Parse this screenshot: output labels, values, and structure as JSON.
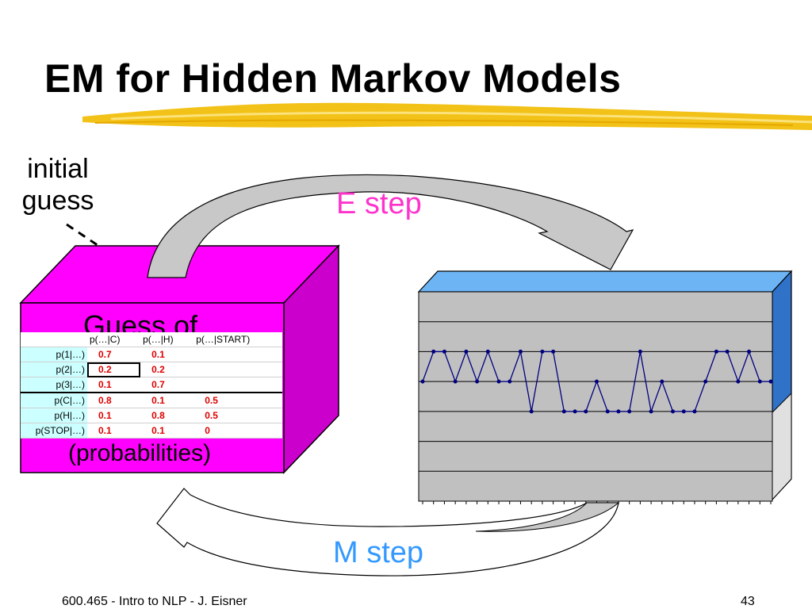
{
  "slide": {
    "title": "EM for Hidden Markov Models",
    "initial_guess": [
      "initial",
      "guess"
    ],
    "e_step": "E step",
    "m_step": "M step",
    "box_label_top": "Guess of",
    "box_label_bottom": "(probabilities)",
    "footer": "600.465 - Intro to NLP - J. Eisner",
    "page_number": "43"
  },
  "colors": {
    "magenta_box": "#ff00ff",
    "e_step": "#ff33cc",
    "m_step": "#3399ff",
    "blue_box": "#3399ff",
    "chart_background": "#c0c0c0",
    "series_line": "#000080"
  },
  "prob_table": {
    "headers": [
      "p(…|C)",
      "p(…|H)",
      "p(…|START)"
    ],
    "rows": [
      {
        "label": "p(1|…)",
        "c": "0.7",
        "h": "0.1",
        "start": ""
      },
      {
        "label": "p(2|…)",
        "c": "0.2",
        "h": "0.2",
        "start": ""
      },
      {
        "label": "p(3|…)",
        "c": "0.1",
        "h": "0.7",
        "start": ""
      },
      {
        "label": "p(C|…)",
        "c": "0.8",
        "h": "0.1",
        "start": "0.5"
      },
      {
        "label": "p(H|…)",
        "c": "0.1",
        "h": "0.8",
        "start": "0.5"
      },
      {
        "label": "p(STOP|…)",
        "c": "0.1",
        "h": "0.1",
        "start": "0"
      }
    ]
  },
  "chart_data": {
    "type": "line",
    "title": "",
    "xlabel": "",
    "ylabel": "",
    "grid": true,
    "ylim": [
      0,
      7
    ],
    "series": [
      {
        "values": [
          4,
          5,
          5,
          4,
          5,
          4,
          5,
          4,
          4,
          5,
          3,
          5,
          5,
          3,
          3,
          3,
          4,
          3,
          3,
          3,
          5,
          3,
          4,
          3,
          3,
          3,
          4,
          5,
          5,
          4,
          5,
          4,
          4
        ]
      }
    ]
  }
}
